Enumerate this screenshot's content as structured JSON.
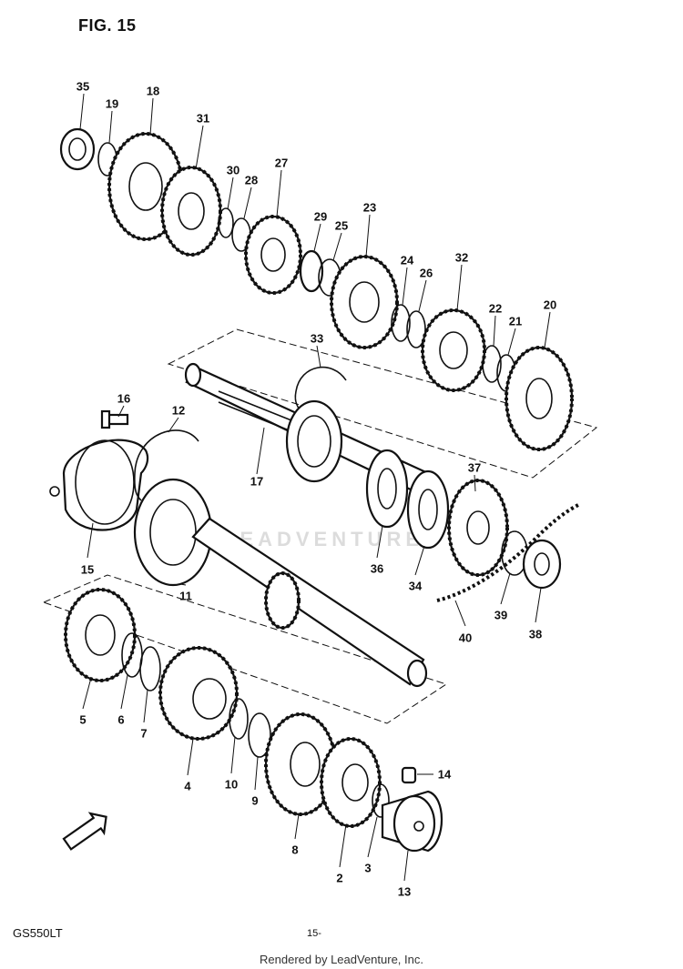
{
  "figure": {
    "title": "FIG. 15",
    "watermark": "LEADVENTURE",
    "footer_code": "GS550LT",
    "footer_page": "15-",
    "rendered_by": "Rendered by LeadVenture, Inc.",
    "front_mark": "FRONT"
  },
  "callouts": [
    {
      "number": "35"
    },
    {
      "number": "19"
    },
    {
      "number": "18"
    },
    {
      "number": "31"
    },
    {
      "number": "30"
    },
    {
      "number": "28"
    },
    {
      "number": "27"
    },
    {
      "number": "29"
    },
    {
      "number": "25"
    },
    {
      "number": "23"
    },
    {
      "number": "24"
    },
    {
      "number": "26"
    },
    {
      "number": "32"
    },
    {
      "number": "22"
    },
    {
      "number": "21"
    },
    {
      "number": "20"
    },
    {
      "number": "33"
    },
    {
      "number": "16"
    },
    {
      "number": "12"
    },
    {
      "number": "17"
    },
    {
      "number": "37"
    },
    {
      "number": "15"
    },
    {
      "number": "36"
    },
    {
      "number": "34"
    },
    {
      "number": "11"
    },
    {
      "number": "39"
    },
    {
      "number": "38"
    },
    {
      "number": "40"
    },
    {
      "number": "5"
    },
    {
      "number": "6"
    },
    {
      "number": "7"
    },
    {
      "number": "4"
    },
    {
      "number": "10"
    },
    {
      "number": "9"
    },
    {
      "number": "14"
    },
    {
      "number": "8"
    },
    {
      "number": "2"
    },
    {
      "number": "3"
    },
    {
      "number": "13"
    }
  ]
}
